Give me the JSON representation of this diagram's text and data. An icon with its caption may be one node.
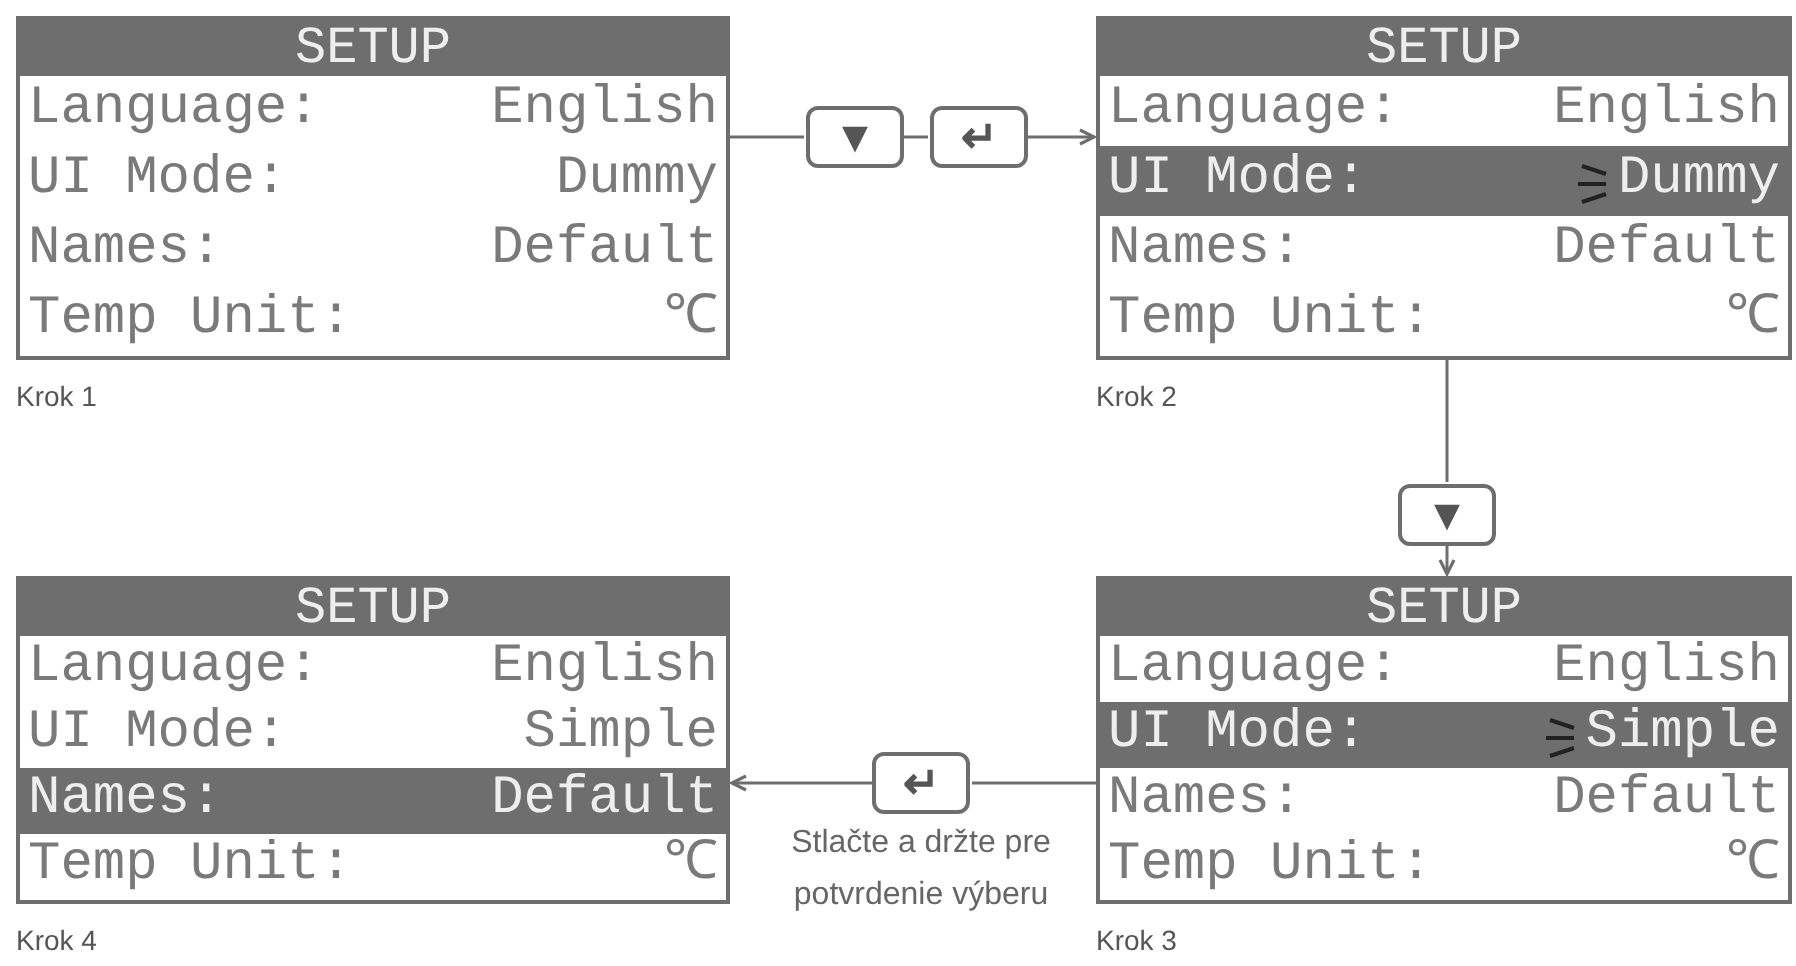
{
  "diagram": {
    "nodes": [
      {
        "text": [
          "SETUP"
        ],
        "beside": [
          "Krok 1"
        ]
      },
      {
        "text": [
          "Language:",
          "English"
        ],
        "in": 0
      },
      {
        "text": [
          "UI Mode:",
          "Dummy"
        ],
        "in": 0
      },
      {
        "text": [
          "Names:",
          "Default"
        ],
        "in": 0
      },
      {
        "text": [
          "Temp Unit:",
          "℃"
        ],
        "in": 0
      },
      {
        "text": [
          "▼"
        ]
      },
      {
        "text": [
          "↵"
        ]
      },
      {
        "text": [
          "SETUP"
        ],
        "beside": [
          "Krok 2"
        ]
      },
      {
        "text": [
          "Language:",
          "English"
        ],
        "in": 7
      },
      {
        "text": [
          "UI Mode:",
          "Dummy"
        ],
        "in": 7
      },
      {
        "text": [
          "Names:",
          "Default"
        ],
        "in": 7
      },
      {
        "text": [
          "Temp Unit:",
          "℃"
        ],
        "in": 7
      },
      {
        "text": [
          "▼"
        ]
      },
      {
        "text": [
          "SETUP"
        ],
        "beside": [
          "Krok 4"
        ]
      },
      {
        "text": [
          "Language:",
          "English"
        ],
        "in": 13
      },
      {
        "text": [
          "UI Mode:",
          "Simple"
        ],
        "in": 13
      },
      {
        "text": [
          "Names:",
          "Default"
        ],
        "in": 13
      },
      {
        "text": [
          "Temp Unit:",
          "℃"
        ],
        "in": 13
      },
      {
        "text": [
          "↵"
        ],
        "beside": [
          "Stlačte a držte pre potvrdenie výberu"
        ]
      },
      {
        "text": [
          "SETUP"
        ],
        "beside": [
          "Krok 3"
        ]
      },
      {
        "text": [
          "Language:",
          "English"
        ],
        "in": 19
      },
      {
        "text": [
          "UI Mode:",
          "Simple"
        ],
        "in": 19
      },
      {
        "text": [
          "Names:",
          "Default"
        ],
        "in": 19
      },
      {
        "text": [
          "Temp Unit:",
          "℃"
        ],
        "in": 19
      }
    ],
    "edges": [
      {
        "from": 0,
        "to": 5,
        "arrow": "none"
      },
      {
        "from": 5,
        "to": 6,
        "arrow": "none"
      },
      {
        "from": 6,
        "to": 7,
        "arrow": "to"
      },
      {
        "from": 7,
        "to": 12,
        "arrow": "none"
      },
      {
        "from": 12,
        "to": 19,
        "arrow": "to"
      },
      {
        "from": 19,
        "to": 18,
        "arrow": "none"
      },
      {
        "from": 18,
        "to": 13,
        "arrow": "to"
      }
    ]
  }
}
